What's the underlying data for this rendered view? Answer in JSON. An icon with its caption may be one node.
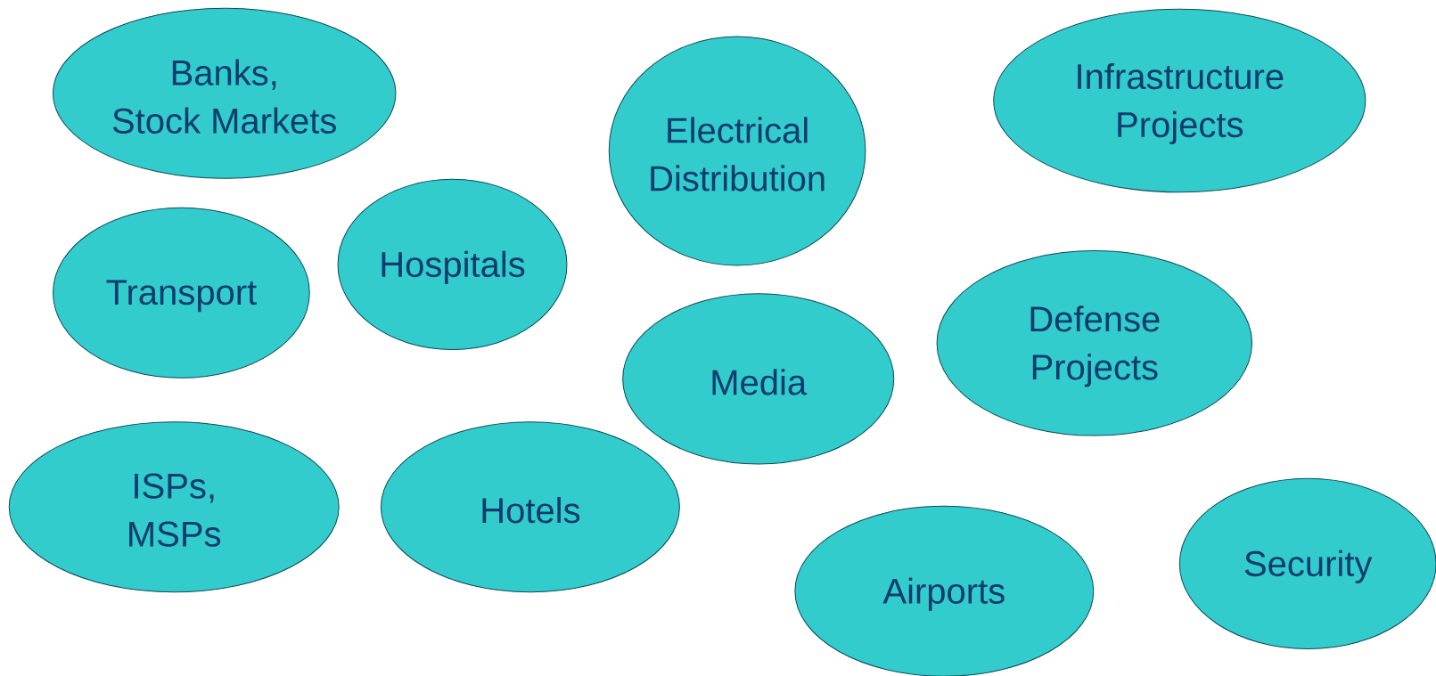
{
  "diagram": {
    "nodes": [
      {
        "text": [
          "Banks, Stock Markets"
        ]
      },
      {
        "text": [
          "Electrical Distribution"
        ]
      },
      {
        "text": [
          "Infrastructure Projects"
        ]
      },
      {
        "text": [
          "Transport"
        ]
      },
      {
        "text": [
          "Hospitals"
        ]
      },
      {
        "text": [
          "Media"
        ]
      },
      {
        "text": [
          "Defense Projects"
        ]
      },
      {
        "text": [
          "ISPs, MSPs"
        ]
      },
      {
        "text": [
          "Hotels"
        ]
      },
      {
        "text": [
          "Airports"
        ]
      },
      {
        "text": [
          "Security"
        ]
      }
    ]
  }
}
